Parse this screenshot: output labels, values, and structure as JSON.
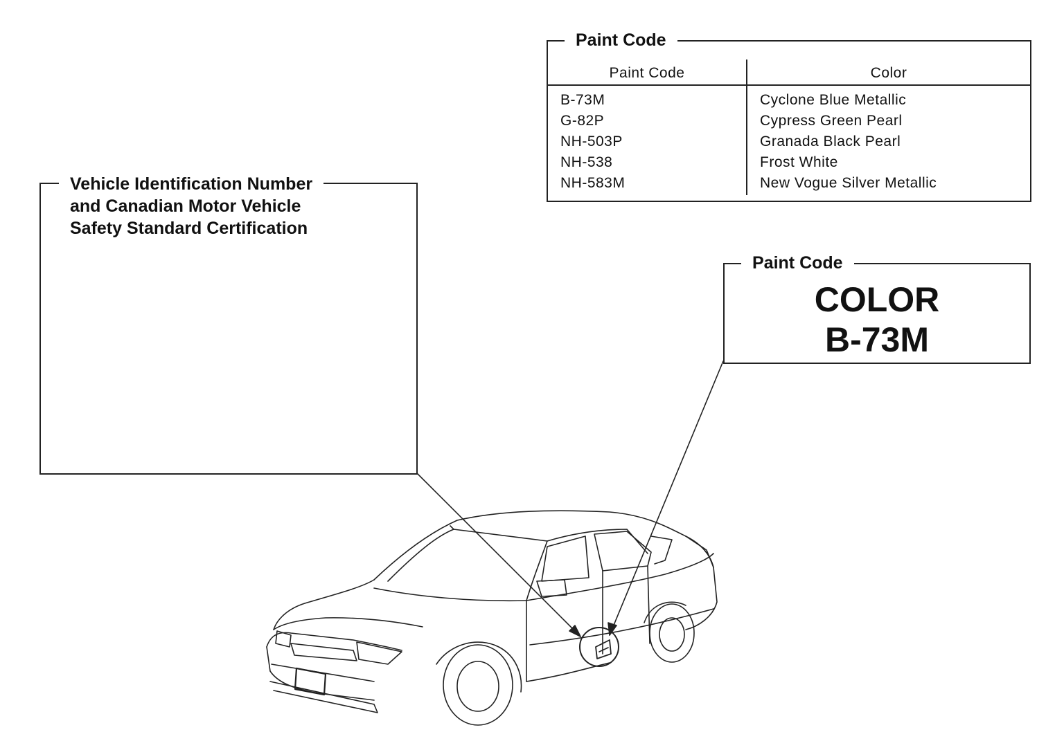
{
  "paint_code_table": {
    "title": "Paint Code",
    "headers": [
      "Paint Code",
      "Color"
    ],
    "rows": [
      {
        "code": "B-73M",
        "color": "Cyclone Blue Metallic"
      },
      {
        "code": "G-82P",
        "color": "Cypress Green Pearl"
      },
      {
        "code": "NH-503P",
        "color": "Granada Black Pearl"
      },
      {
        "code": "NH-538",
        "color": "Frost White"
      },
      {
        "code": "NH-583M",
        "color": "New Vogue Silver Metallic"
      }
    ]
  },
  "vin_callout": {
    "title_lines": [
      "Vehicle Identification Number",
      "and Canadian Motor Vehicle",
      "Safety Standard Certification"
    ]
  },
  "paint_label_callout": {
    "title": "Paint Code",
    "label_line1": "COLOR",
    "label_line2": "B-73M"
  },
  "illustration": {
    "car": "sedan-line-drawing",
    "detail": "door-jamb-label-detail"
  }
}
